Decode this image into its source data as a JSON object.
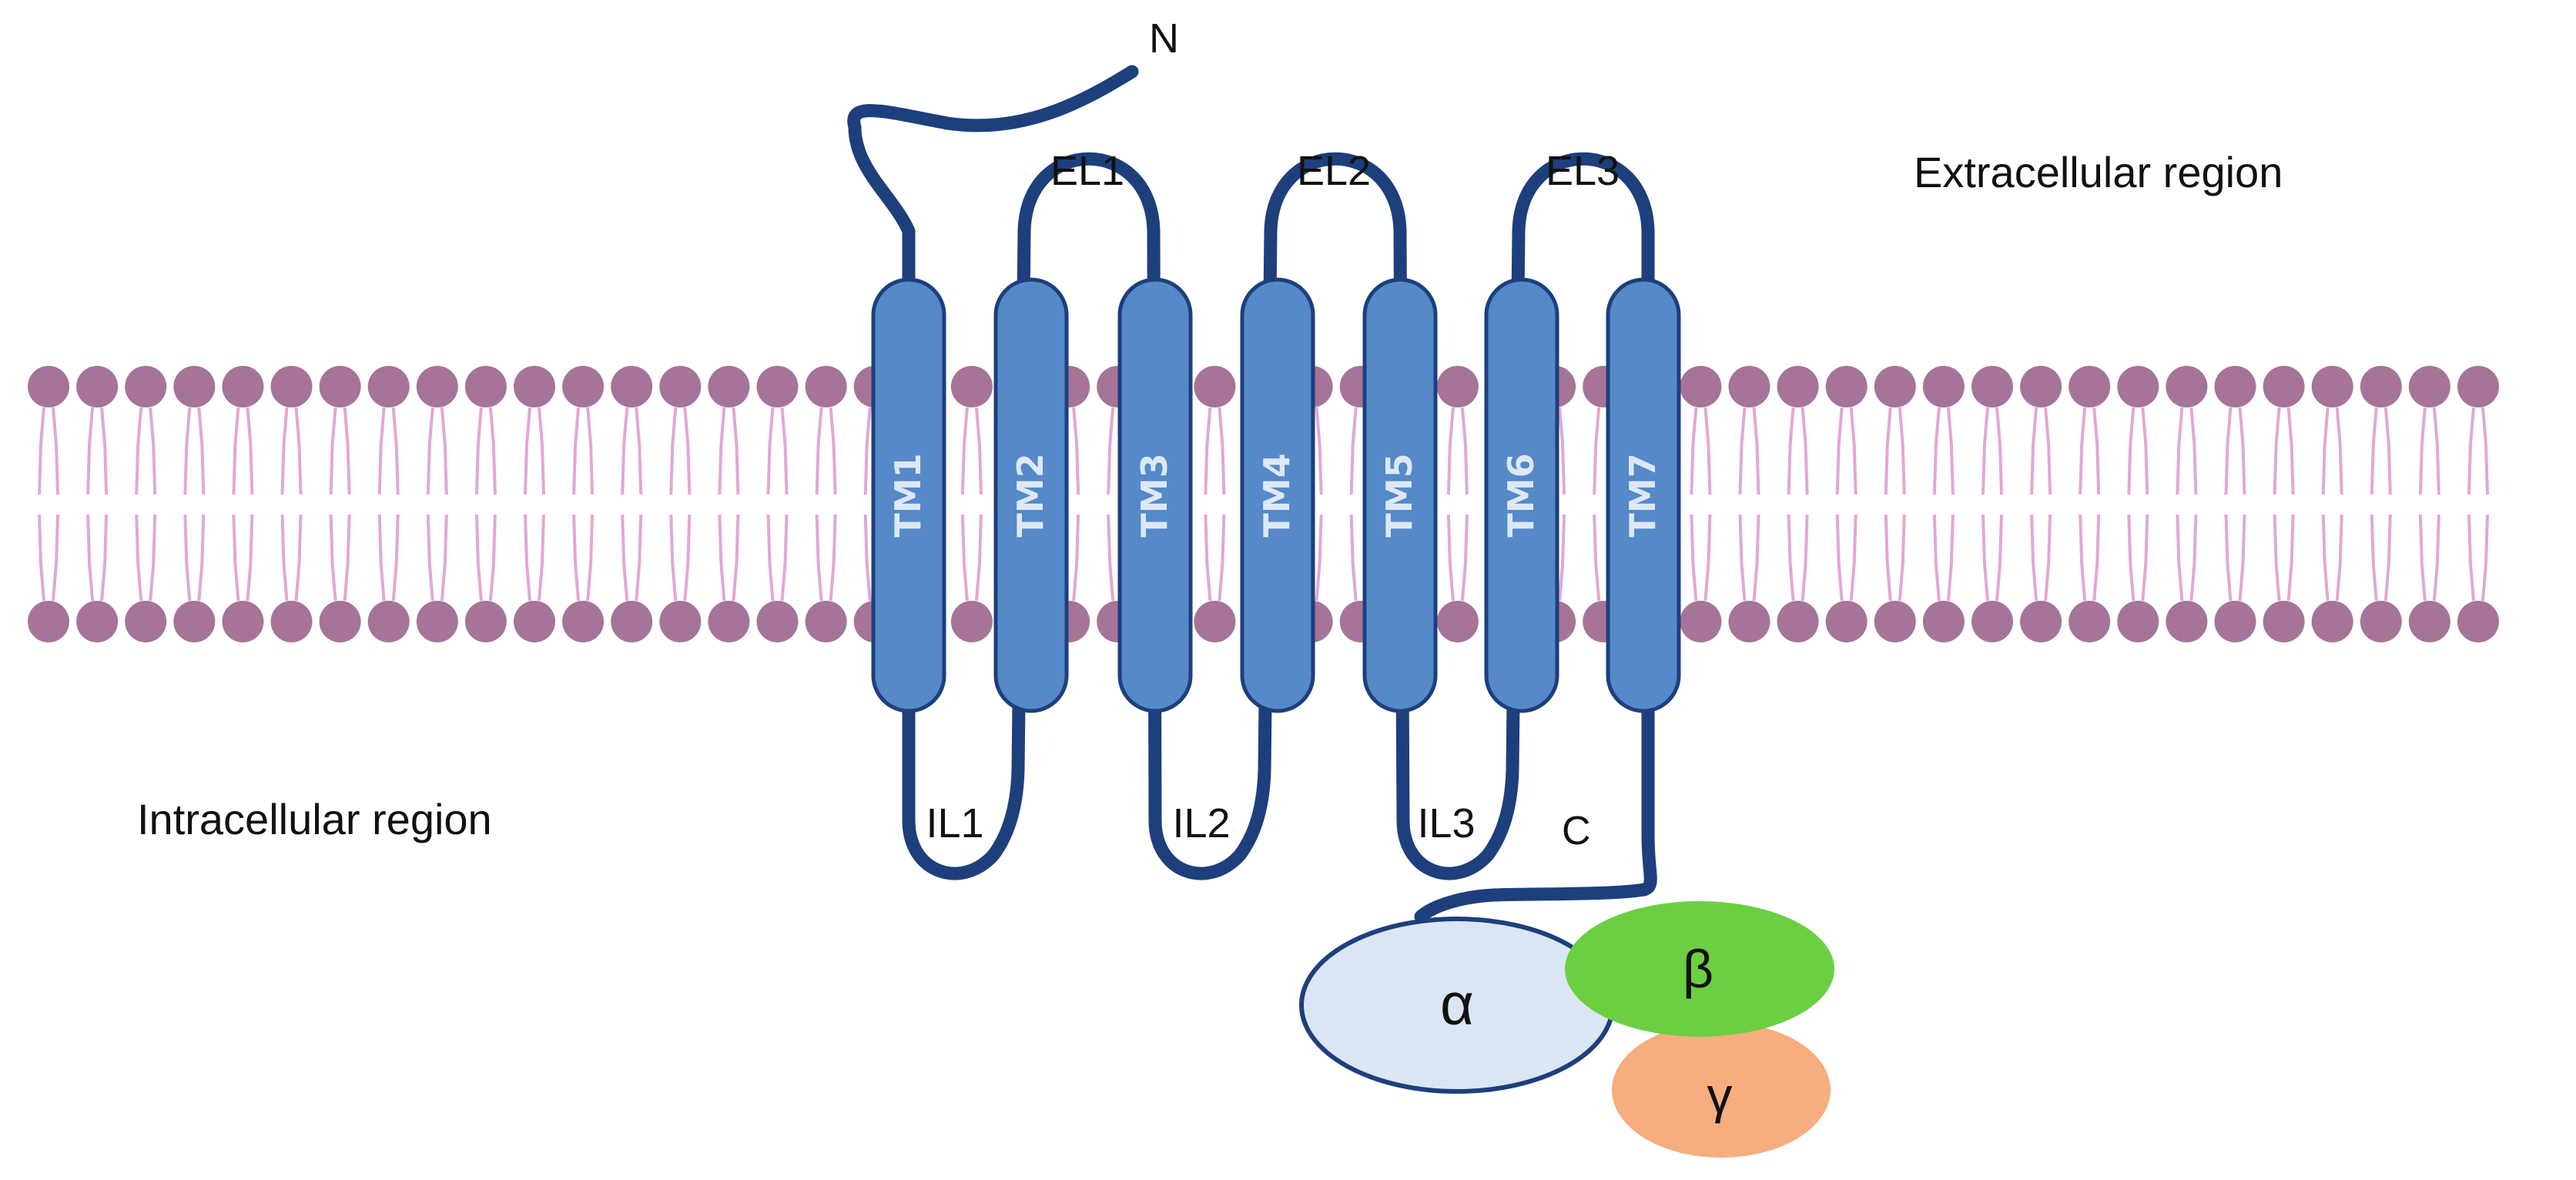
{
  "regions": {
    "extracellular": "Extracellular region",
    "intracellular": "Intracellular region"
  },
  "termini": {
    "n": "N",
    "c": "C"
  },
  "helices": [
    "TM1",
    "TM2",
    "TM3",
    "TM4",
    "TM5",
    "TM6",
    "TM7"
  ],
  "extracellular_loops": [
    "EL1",
    "EL2",
    "EL3"
  ],
  "intracellular_loops": [
    "IL1",
    "IL2",
    "IL3"
  ],
  "g_protein": {
    "alpha": "α",
    "beta": "β",
    "gamma": "γ"
  },
  "colors": {
    "helix_fill": "#5589c8",
    "helix_stroke": "#1d3f7c",
    "chain": "#1d3f7c",
    "lipid_head": "#a57498",
    "lipid_tail": "#e3a7d2",
    "alpha_fill": "#dae6f4",
    "beta_fill": "#6ccf42",
    "gamma_fill": "#f6ad80"
  }
}
